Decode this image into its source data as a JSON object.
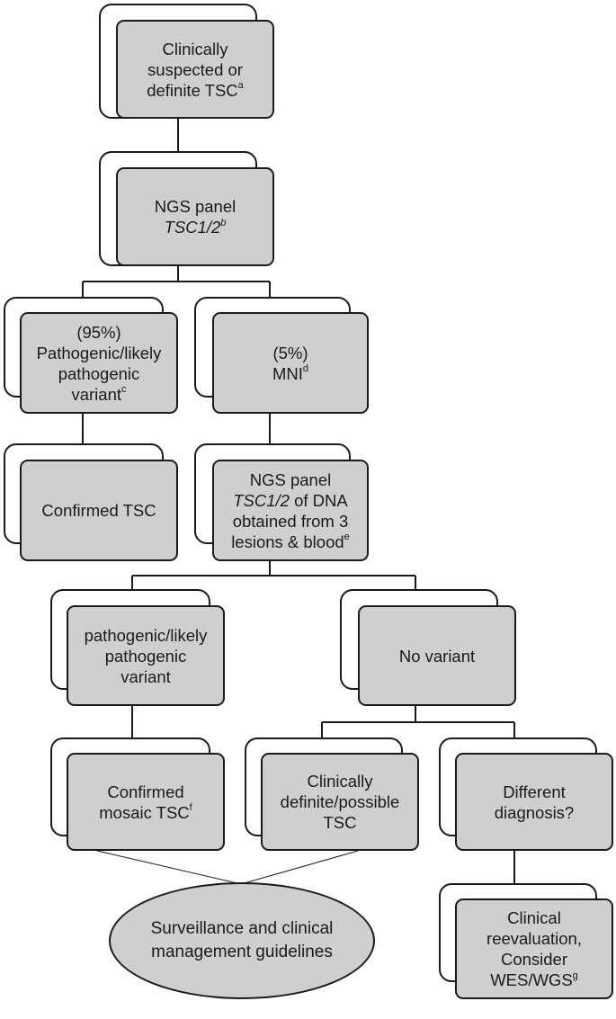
{
  "nodes": {
    "suspected": {
      "l1": "Clinically",
      "l2": "suspected or",
      "l3a": "definite TSC",
      "l3sup": "a"
    },
    "ngs": {
      "l1": "NGS panel",
      "l2i": "TSC1/2",
      "l2sup": "b"
    },
    "pathogenic": {
      "l1": "(95%)",
      "l2": "Pathogenic/likely",
      "l3": "pathogenic",
      "l4a": "variant",
      "l4sup": "c"
    },
    "mni": {
      "l1": "(5%)",
      "l2a": "MNI",
      "l2sup": "d"
    },
    "confirmed": {
      "l1": "Confirmed TSC"
    },
    "ngs3": {
      "l1": "NGS panel",
      "l2i": "TSC1/2",
      "l2b": " of DNA",
      "l3": "obtained from 3",
      "l4a": "lesions & blood",
      "l4sup": "e"
    },
    "mosaic_var": {
      "l1": "pathogenic/likely",
      "l2": "pathogenic",
      "l3": "variant"
    },
    "novariant": {
      "l1": "No variant"
    },
    "mosaic": {
      "l1": "Confirmed",
      "l2a": "mosaic TSC",
      "l2sup": "f"
    },
    "definite": {
      "l1": "Clinically",
      "l2": "definite/possible",
      "l3": "TSC"
    },
    "different": {
      "l1": "Different",
      "l2": "diagnosis?"
    },
    "reeval": {
      "l1": "Clinical",
      "l2": "reevaluation,",
      "l3": "Consider",
      "l4a": "WES/WGS",
      "l4sup": "g"
    },
    "surveillance": {
      "l1": "Surveillance and clinical",
      "l2": "management guidelines"
    }
  },
  "colors": {
    "box_fill": "#cfcfcf",
    "stroke": "#1a1a1a",
    "background": "#ffffff"
  }
}
